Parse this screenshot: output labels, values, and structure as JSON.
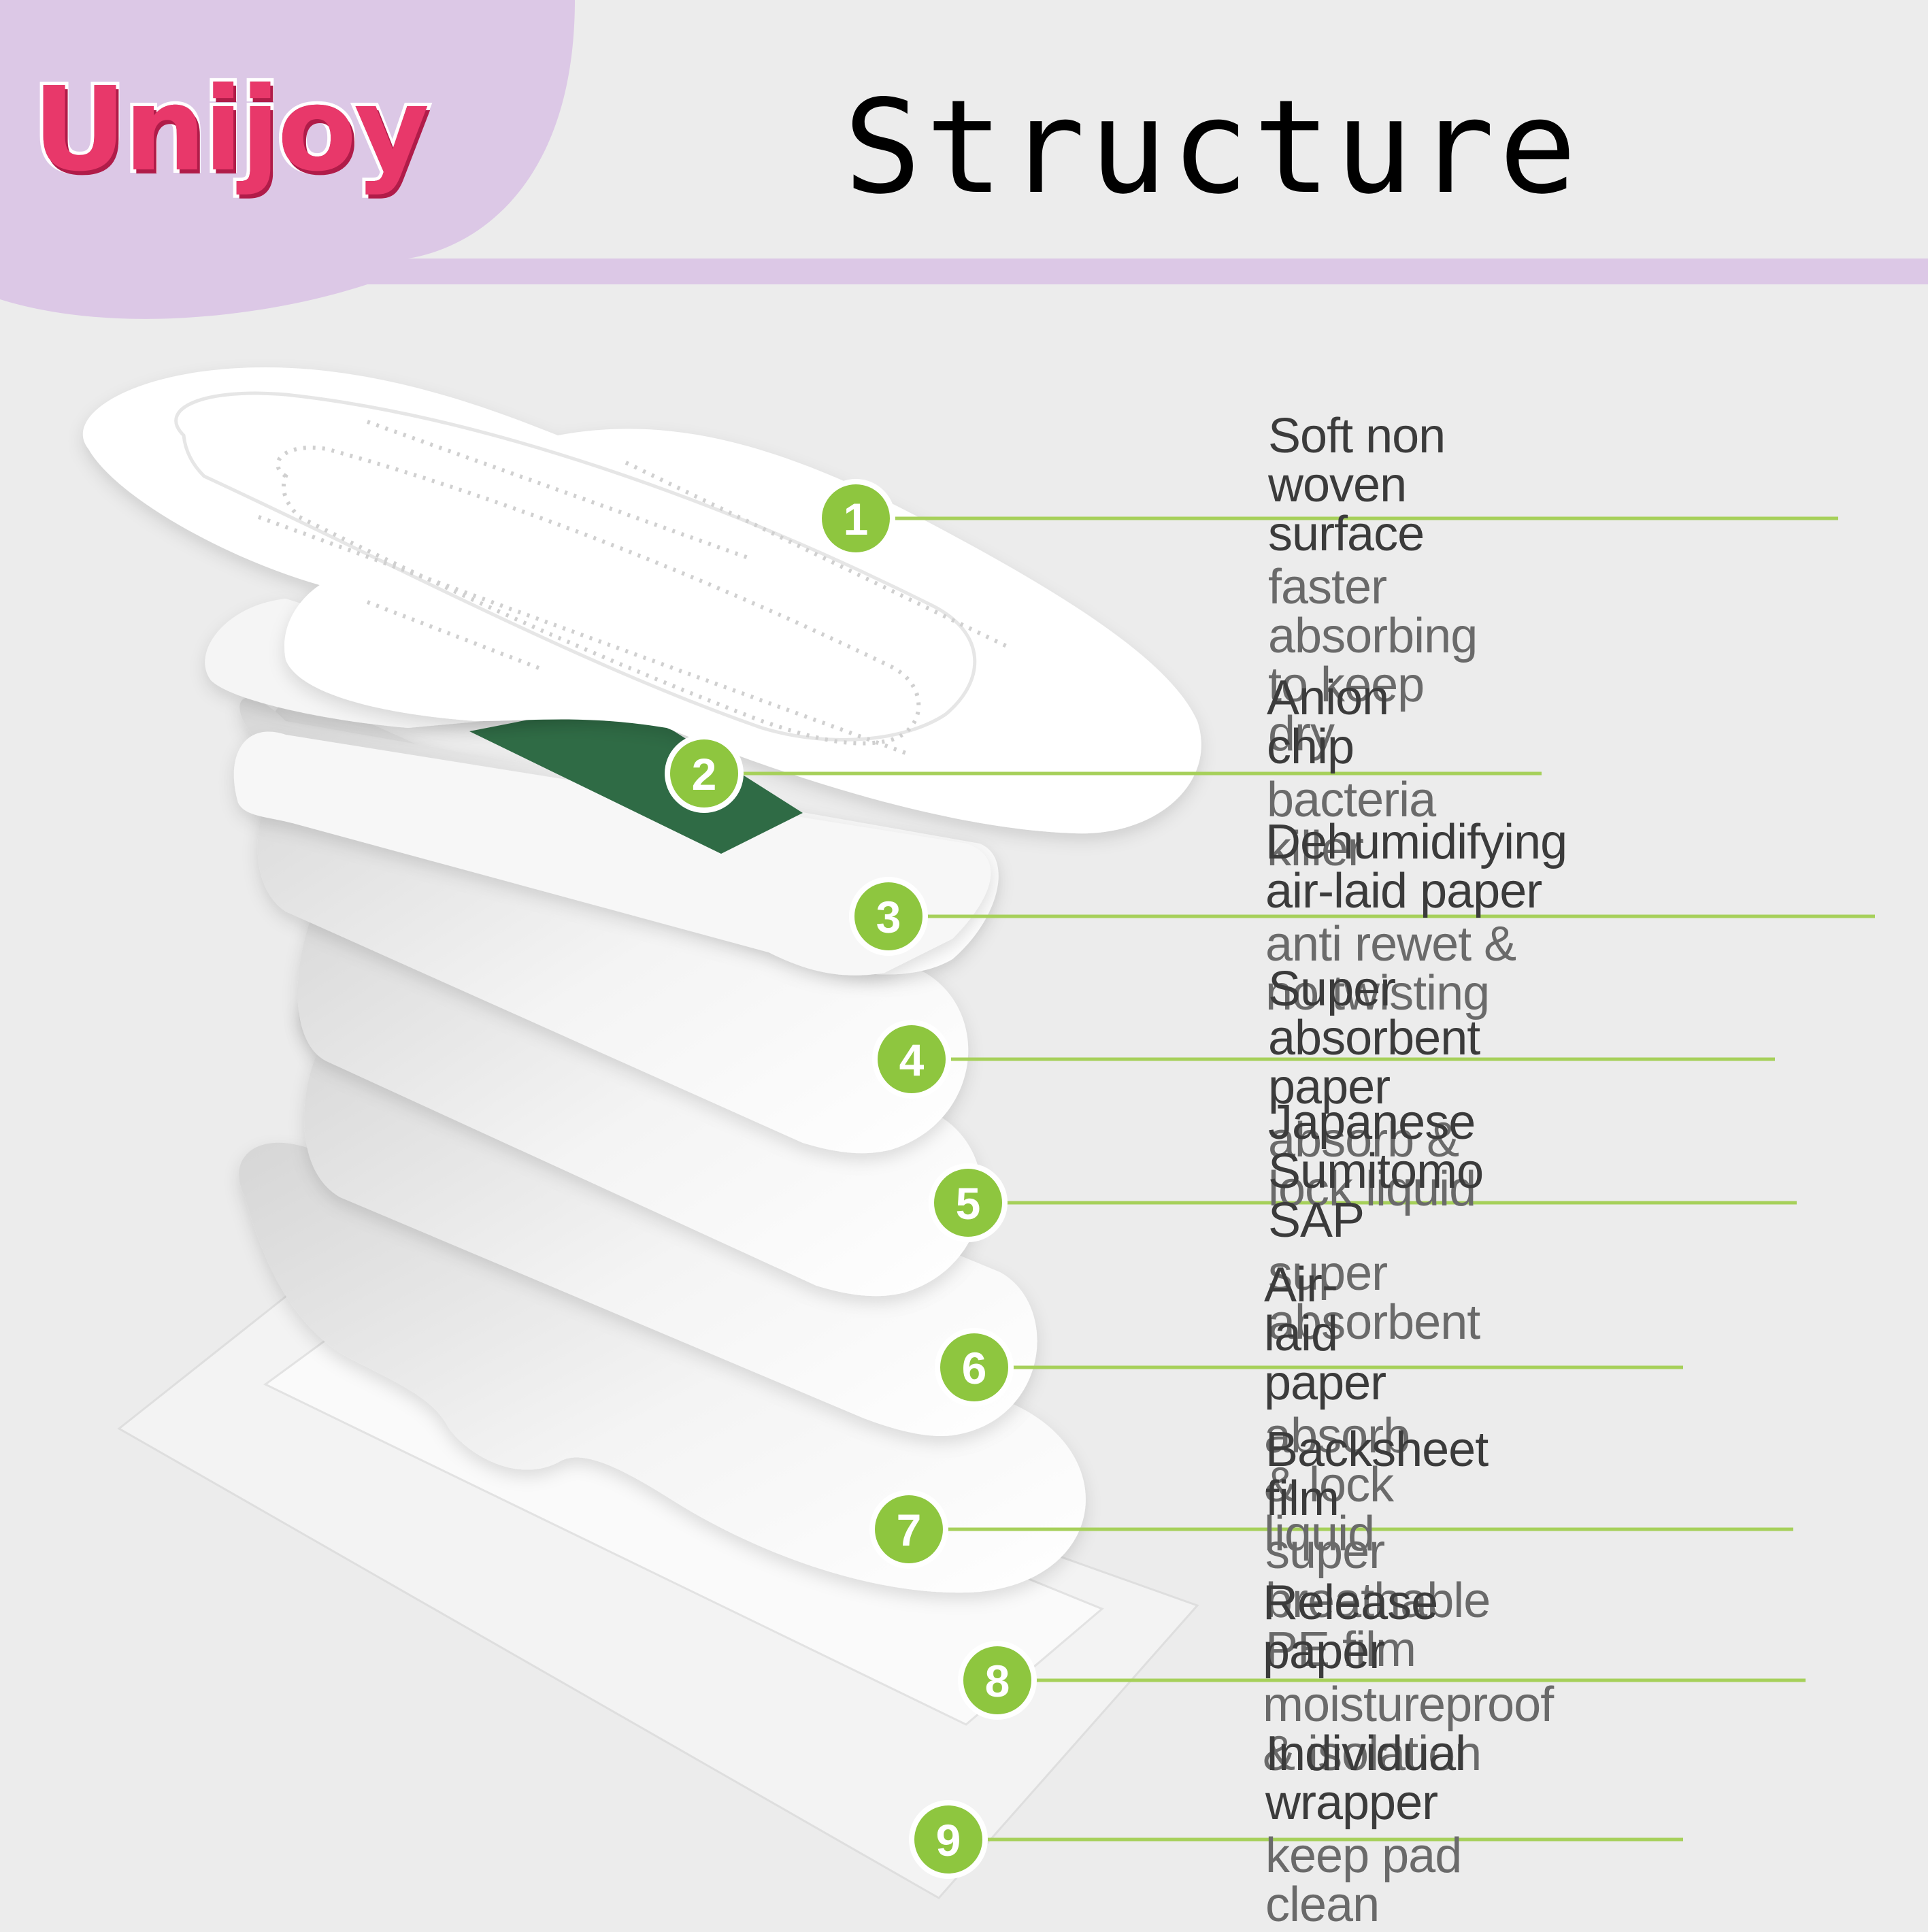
{
  "brand": {
    "logo_text": "Unijoy"
  },
  "page_title": "Structure",
  "colors": {
    "background": "#ececec",
    "header_band": "#dcc8e6",
    "logo_pink": "#e8386a",
    "badge_green": "#8ec63f",
    "leader_green": "#a6d05a",
    "chip_green": "#2f6b45"
  },
  "layers": [
    {
      "number": "1",
      "title": "Soft non woven surface",
      "subtitle": "faster absorbing to keep dry"
    },
    {
      "number": "2",
      "title": "Anion chip",
      "subtitle": "bacteria killer"
    },
    {
      "number": "3",
      "title": "Dehumidifying air-laid paper",
      "subtitle": "anti rewet & no twisting"
    },
    {
      "number": "4",
      "title": "Super absorbent paper",
      "subtitle": "absorb & lock liquid"
    },
    {
      "number": "5",
      "title": "Japanese Sumitomo SAP",
      "subtitle": "super absorbent"
    },
    {
      "number": "6",
      "title": "Air-laid paper",
      "subtitle": "absorb & lock liquid"
    },
    {
      "number": "7",
      "title": "Backsheet film",
      "subtitle": "super breathable PE film"
    },
    {
      "number": "8",
      "title": "Release paper",
      "subtitle": "moistureproof & isolation"
    },
    {
      "number": "9",
      "title": "Individual wrapper",
      "subtitle": "keep pad clean"
    }
  ]
}
